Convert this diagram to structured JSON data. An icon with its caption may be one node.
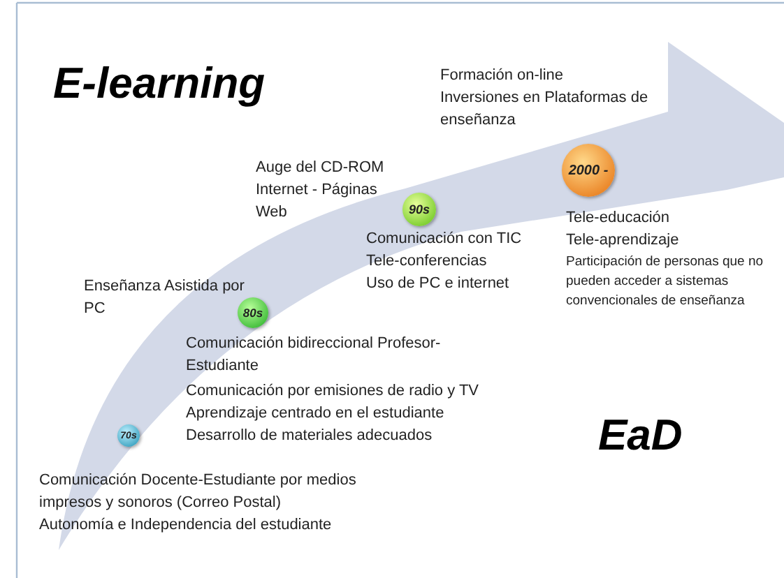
{
  "diagram": {
    "nodes": [
      {
        "text": [
          "70s"
        ],
        "beside": [
          "Comunicación Docente-Estudiante por medios impresos y sonoros (Correo Postal)",
          "Autonomía e Independencia del estudiante"
        ]
      },
      {
        "text": [
          "80s"
        ],
        "beside": [
          "Enseñanza Asistida por PC",
          "Comunicación bidireccional Profesor-Estudiante",
          "Comunicación por emisiones de radio y TV",
          "Aprendizaje centrado en el estudiante",
          "Desarrollo de materiales adecuados"
        ]
      },
      {
        "text": [
          "90s"
        ],
        "beside": [
          "Auge del CD-ROM",
          "Internet - Páginas Web",
          "Comunicación con TIC",
          "Tele-conferencias",
          "Uso de PC e internet"
        ]
      },
      {
        "text": [
          "2000 -"
        ],
        "beside": [
          "Formación on-line",
          "Inversiones en Plataformas de enseñanza",
          "Tele-educación",
          "Tele-aprendizaje",
          "Participación de personas que no pueden acceder a sistemas convencionales de enseñanza"
        ]
      }
    ],
    "labels": [
      "E-learning",
      "EaD"
    ]
  }
}
